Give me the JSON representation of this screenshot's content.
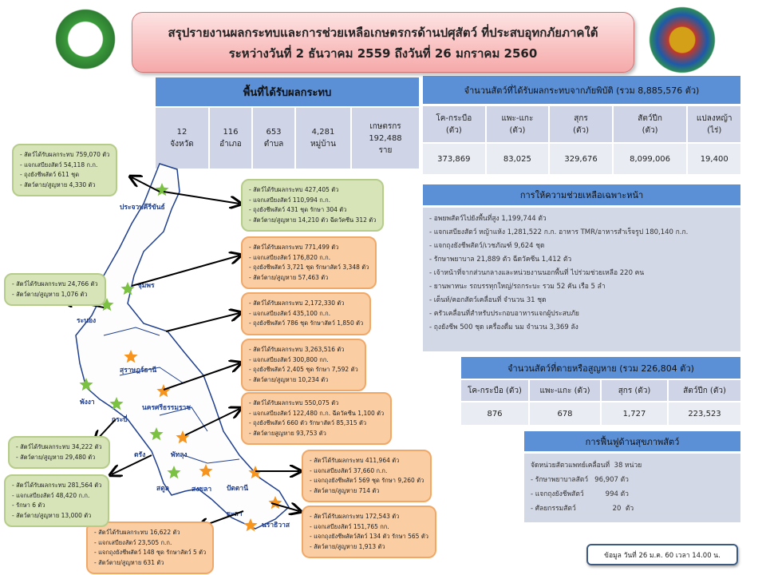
{
  "title": {
    "line1": "สรุปรายงานผลกระทบและการช่วยเหลือเกษตรกรด้านปศุสัตว์ ที่ประสบอุทกภัยภาคใต้",
    "line2": "ระหว่างวันที่ 2 ธันวาคม 2559 ถึงวันที่ 26 มกราคม 2560"
  },
  "area": {
    "header": "พื้นที่ได้รับผลกระทบ",
    "cells": [
      {
        "value": "12",
        "unit": "จังหวัด"
      },
      {
        "value": "116",
        "unit": "อำเภอ"
      },
      {
        "value": "653",
        "unit": "ตำบล"
      },
      {
        "value": "4,281",
        "unit": "หมู่บ้าน"
      },
      {
        "label": "เกษตรกร",
        "value": "192,488",
        "unit": "ราย"
      }
    ]
  },
  "affected": {
    "header": "จำนวนสัตว์ที่ได้รับผลกระทบจากภัยพิบัติ (รวม 8,885,576 ตัว)",
    "columns": [
      [
        "โค-กระบือ",
        "(ตัว)"
      ],
      [
        "แพะ-แกะ",
        "(ตัว)"
      ],
      [
        "สุกร",
        "(ตัว)"
      ],
      [
        "สัตว์ปีก",
        "(ตัว)"
      ],
      [
        "แปลงหญ้า",
        "(ไร่)"
      ]
    ],
    "values": [
      "373,869",
      "83,025",
      "329,676",
      "8,099,006",
      "19,400"
    ]
  },
  "assistance": {
    "header": "การให้ความช่วยเหลือเฉพาะหน้า",
    "items": [
      "- อพยพสัตว์ไปยังพื้นที่สูง  1,199,744 ตัว",
      "- แจกเสบียงสัตว์ หญ้าแห้ง  1,281,522 ก.ก. อาหาร TMR/อาหารสำเร็จรูป 180,140 ก.ก.",
      "- แจกถุงยังชีพสัตว์/เวชภัณฑ์  9,624  ชุด",
      "- รักษาพยาบาล  21,889  ตัว    ฉีดวัคซีน 1,412 ตัว",
      "- เจ้าหน้าที่จากส่วนกลางและหน่วยงานนอกพื้นที่ ไปร่วมช่วยเหลือ  220 คน",
      "- ยานพาหนะ รถบรรทุกใหญ่/รถกระบะ รวม 52 คัน เรือ 5 ลำ",
      "- เต็นท์/คอกสัตว์เคลื่อนที่  จำนวน 31 ชุด",
      "- ครัวเคลื่อนที่สำหรับประกอบอาหารแจกผู้ประสบภัย",
      "- ถุงยังชีพ 500 ชุด เครื่องดื่ม นม จำนวน 3,369 ลัง"
    ]
  },
  "dead": {
    "header": "จำนวนสัตว์ที่ตายหรือสูญหาย (รวม 226,804 ตัว)",
    "columns": [
      "โค-กระบือ (ตัว)",
      "แพะ-แกะ  (ตัว)",
      "สุกร (ตัว)",
      "สัตว์ปีก (ตัว)"
    ],
    "values": [
      "876",
      "678",
      "1,727",
      "223,523"
    ]
  },
  "recovery": {
    "header": "การฟื้นฟูด้านสุขภาพสัตว์",
    "items": [
      "จัดหน่วยสัตวแพทย์เคลื่อนที่  38 หน่วย",
      "- รักษาพยาบาลสัตว์   96,907 ตัว",
      "- แจกถุงยังชีพสัตว์          994 ตัว",
      "- ศัลยกรรมสัตว์                 20  ตัว"
    ]
  },
  "date_note": "ข้อมูล วันที่ 26 ม.ค. 60 เวลา 14.00 น.",
  "provinces": [
    "ประจวบคีรีขันธ์",
    "ชุมพร",
    "ระนอง",
    "สุราษฎร์ธานี",
    "พังงา",
    "กระบี่",
    "นครศรีธรรมราช",
    "ตรัง",
    "พัทลุง",
    "สตูล",
    "สงขลา",
    "ปัตตานี",
    "ยะลา",
    "นราธิวาส"
  ],
  "callouts": {
    "prachuap": [
      "- สัตว์ได้รับผลกระทบ 759,070 ตัว",
      "- แจกเสบียงสัตว์  54,118 ก.ก.",
      "- ถุงยังชีพสัตว์ 611 ชุด",
      "- สัตว์ตาย/สูญหาย 4,330 ตัว"
    ],
    "chumphon": [
      "- สัตว์ได้รับผลกระทบ  427,405  ตัว",
      "- แจกเสบียงสัตว์  110,994  ก.ก.",
      "- ถุงยังชีพสัตว์  431  ชุด    รักษา  304  ตัว",
      "- สัตว์ตาย/สูญหาย  14,210 ตัว    ฉีดวัคซีน 312 ตัว"
    ],
    "surat": [
      "- สัตว์ได้รับผลกระทบ 771,499 ตัว",
      "- แจกเสบียงสัตว์  176,820 ก.ก.",
      "- ถุงยังชีพสัตว์  3,721 ชุด รักษาสัตว์ 3,348 ตัว",
      "- สัตว์ตาย/สูญหาย  57,463  ตัว"
    ],
    "nakhon": [
      "- สัตว์ได้รับผลกระทบ 2,172,330  ตัว",
      "- แจกเสบียงสัตว์ 435,100 ก.ก.",
      "- ถุงยังชีพสัตว์ 786 ชุด   รักษาสัตว์ 1,850 ตัว"
    ],
    "phatthalung": [
      "- สัตว์ได้รับผลกระทบ  3,263,516  ตัว",
      "- แจกเสบียงสัตว์  300,800    กก.",
      "- ถุงยังชีพสัตว์ 2,405 ชุด    รักษา 7,592 ตัว",
      "- สัตว์ตาย/สูญหาย  10,234 ตัว"
    ],
    "songkhla": [
      "- สัตว์ได้รับผลกระทบ  550,075  ตัว",
      "- แจกเสบียงสัตว์ 122,480 ก.ก.  ฉีดวัคซีน 1,100 ตัว",
      "- ถุงยังชีพสัตว์ 660  ตัว    รักษาสัตว์ 85,315 ตัว",
      "- สัตว์ตายสูญหาย  93,753  ตัว"
    ],
    "pattani": [
      "- สัตว์ได้รับผลกระทบ 411,964  ตัว",
      "- แจกเสบียงสัตว์  37,660 ก.ก.",
      "- แจกถุงยังชีพสัตว์ 569 ชุด    รักษา 9,260 ตัว",
      "- สัตว์ตาย/สูญหาย  714  ตัว"
    ],
    "narathiwat": [
      "- สัตว์ได้รับผลกระทบ 172,543  ตัว",
      "- แจกเสบียงสัตว์    151,765    กก.",
      "- แจกถุงยังชีพสัตว์สัตว์ 134 ตัว   รักษา 565 ตัว",
      "- สัตว์ตาย/สูญหาย  1,913 ตัว"
    ],
    "yala": [
      "- สัตว์ได้รับผลกระทบ   16,622  ตัว",
      "- แจกเสบียงสัตว์  23,505 ก.ก.",
      "- แจกถุงยังชีพสัตว์ 148 ชุด  รักษาสัตว์ 5 ตัว",
      "- สัตว์ตาย/สูญหาย 631 ตัว"
    ],
    "ranong": [
      "- สัตว์ได้รับผลกระทบ 24,766 ตัว",
      "- สัตว์ตาย/สูญหาย  1,076 ตัว"
    ],
    "krabi": [
      "- สัตว์ได้รับผลกระทบ 34,222 ตัว",
      "- สัตว์ตาย/สูญหาย 29,480 ตัว"
    ],
    "trang": [
      "- สัตว์ได้รับผลกระทบ 281,564 ตัว",
      "- แจกเสบียงสัตว์  48,420 ก.ก.",
      "- รักษา 6 ตัว",
      "- สัตว์ตาย/สูญหาย 13,000 ตัว"
    ]
  },
  "colors": {
    "header": "#5b8fd6",
    "cell": "#cfd5e6",
    "green": "#d6e4b8",
    "orange": "#fbcda3"
  }
}
